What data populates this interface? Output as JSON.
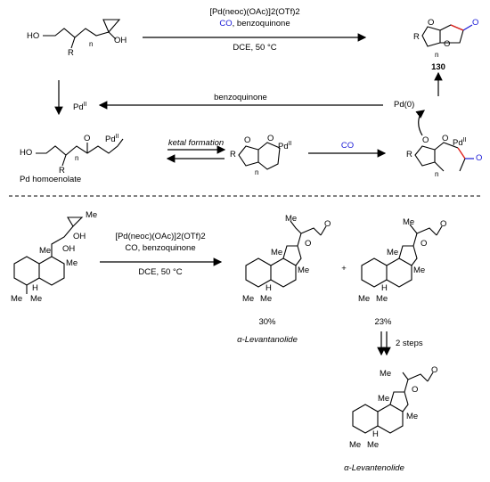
{
  "top": {
    "catalyst": "[Pd(neoc)(OAc)]2(OTf)2",
    "co": "CO",
    "oxidant": ", benzoquinone",
    "conditions": "DCE, 50 °C",
    "product_number": "130",
    "cycle_oxidant": "benzoquinone",
    "pd0": "Pd(0)",
    "pd2": "PdII",
    "homoenolate_label": "Pd homoenolate",
    "ketal_label": "ketal formation",
    "co_insertion": "CO",
    "atoms": {
      "ho": "HO",
      "oh": "OH",
      "r": "R",
      "n": "n",
      "o": "O",
      "pd": "Pd",
      "pd_sup": "II"
    }
  },
  "bottom": {
    "catalyst": "[Pd(neoc)(OAc)]2(OTf)2",
    "reagents": "CO, benzoquinone",
    "conditions": "DCE, 50 °C",
    "plus": "+",
    "yield_1": "30%",
    "yield_2": "23%",
    "name_1": "α-Levantanolide",
    "steps": "2 steps",
    "name_2": "α-Levantenolide",
    "atoms": {
      "me": "Me",
      "oh": "OH",
      "h": "H",
      "o": "O"
    }
  },
  "colors": {
    "co_blue": "#1a1ad6",
    "bond_red": "#e0211c",
    "ink": "#000000"
  }
}
